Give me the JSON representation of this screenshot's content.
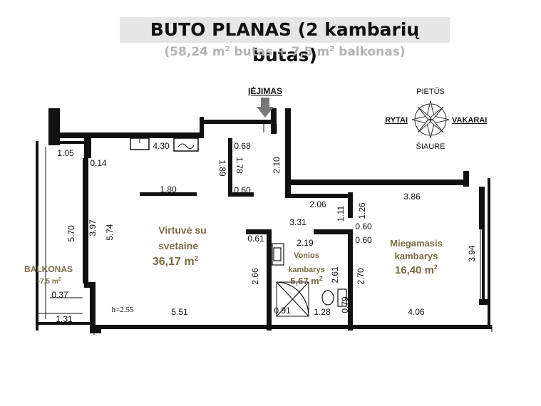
{
  "header": {
    "title": "BUTO PLANAS (2 kambarių butas)",
    "subtitle_a": "(58,24 m",
    "subtitle_sup1": "2",
    "subtitle_b": " butas + 7,5 m",
    "subtitle_sup2": "2",
    "subtitle_c": " balkonas)"
  },
  "entrance": {
    "label": "ĮĖJIMAS"
  },
  "compass": {
    "north_top": "PIETŪS",
    "east": "RYTAI",
    "west": "VAKARAI",
    "south_bottom": "ŠIAURĖ"
  },
  "rooms": {
    "living_l1": "Virtuvė su",
    "living_l2": "svetaine",
    "living_area": "36,17 m",
    "bath_l1": "Vonios",
    "bath_l2": "kambarys",
    "bath_area": "5,67 m",
    "bed_l1": "Miegamasis",
    "bed_l2": "kambarys",
    "bed_area": "16,40 m",
    "balcony_l1": "BALKONAS",
    "balcony_l2": "~7,5 m",
    "sup": "2"
  },
  "dimensions": {
    "d105": "1.05",
    "d014": "0.14",
    "d430": "4.30",
    "d068": "0.68",
    "d178": "1.78",
    "d189": "1.89",
    "d210": "2.10",
    "d180": "1.80",
    "d060a": "0.60",
    "d570": "5.70",
    "d397": "3.97",
    "d574": "5.74",
    "d206": "2.06",
    "d111": "1.11",
    "d126": "1.26",
    "d386": "3.86",
    "d331": "3.31",
    "d060b": "0.60",
    "d061": "0.61",
    "d219": "2.19",
    "d060c": "0.60",
    "d394": "3.94",
    "d266": "2.66",
    "d261": "2.61",
    "d270": "2.70",
    "d079": "0.79",
    "d037": "0.37",
    "d091": "0.91",
    "d128": "1.28",
    "d551": "5.51",
    "d406": "4.06",
    "d131": "1.31",
    "height": "h=2.55"
  }
}
